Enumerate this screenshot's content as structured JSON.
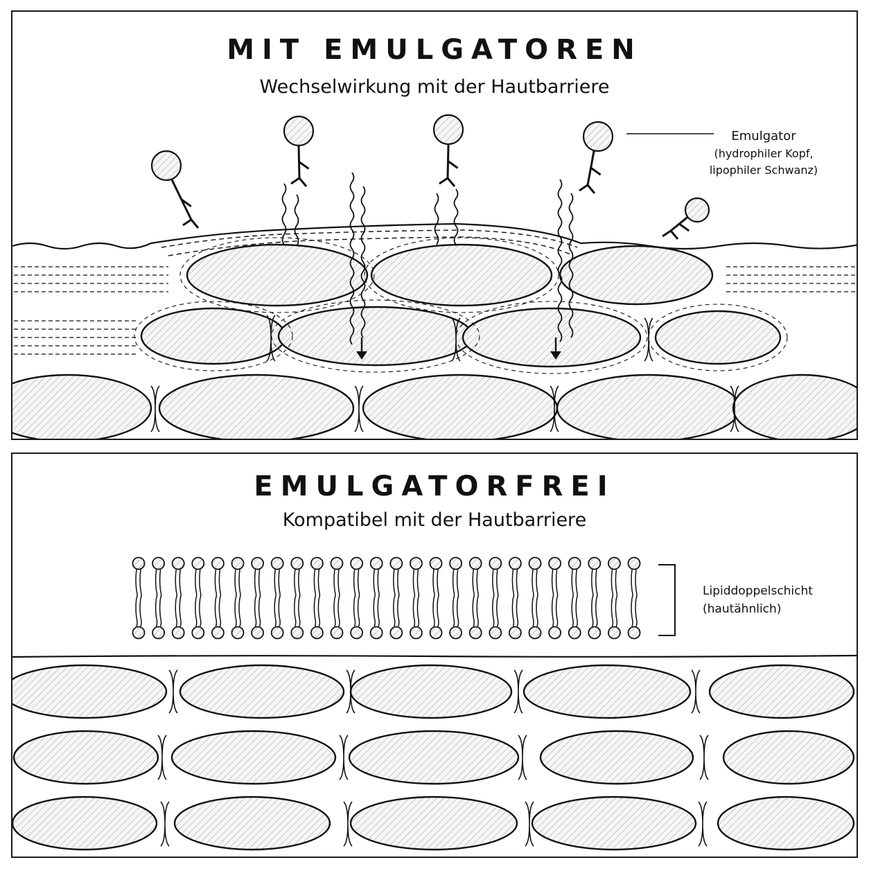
{
  "top_panel": {
    "title": "MIT EMULGATOREN",
    "subtitle": "Wechselwirkung mit der Hautbarriere",
    "emulsifier_label": {
      "line1": "Emulgator",
      "line2": "(hydrophiler Kopf,",
      "line3": "lipophiler Schwanz)"
    }
  },
  "bottom_panel": {
    "title": "EMULGATORFREI",
    "subtitle": "Kompatibel mit der Hautbarriere",
    "bilayer_label": {
      "line1": "Lipiddoppelschicht",
      "line2": "(hautähnlich)"
    }
  },
  "icons": [
    "emulsifier-molecule-icon",
    "down-arrow-icon",
    "phospholipid-icon",
    "skin-cell-icon"
  ]
}
